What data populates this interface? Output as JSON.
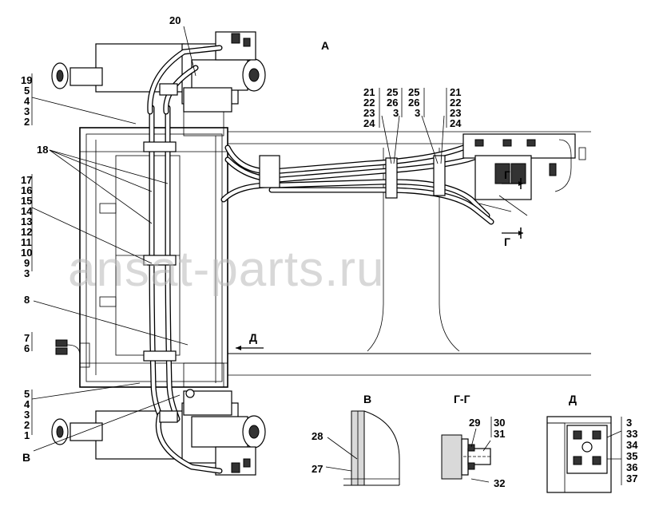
{
  "labels": {
    "view_a": "А",
    "view_b_ptr": "В",
    "view_d_ptr": "Д",
    "g_ptr_1": "Г",
    "g_ptr_2": "Г",
    "sec_b": "В",
    "sec_gg": "Г-Г",
    "sec_d": "Д"
  },
  "callouts": {
    "top_part": "20",
    "left_top_stack": [
      "19",
      "5",
      "4",
      "3",
      "2"
    ],
    "hoses_label": "18",
    "left_mid_stack": [
      "17",
      "16",
      "15",
      "14",
      "13",
      "12",
      "11",
      "10",
      "9",
      "3"
    ],
    "part_8": "8",
    "stack_7_6": [
      "7",
      "6"
    ],
    "left_bottom_stack": [
      "5",
      "4",
      "3",
      "2",
      "1"
    ],
    "clamp_col_1": [
      "21",
      "22",
      "23",
      "24"
    ],
    "clamp_col_2": [
      "25",
      "26",
      "3"
    ],
    "clamp_col_3": [
      "25",
      "26",
      "3"
    ],
    "clamp_col_4": [
      "21",
      "22",
      "23",
      "24"
    ],
    "sec_b_parts": [
      "28",
      "27"
    ],
    "sec_gg_part_29": "29",
    "sec_gg_parts": [
      "30",
      "31"
    ],
    "sec_gg_part_32": "32",
    "sec_d_parts": [
      "3",
      "33",
      "34",
      "35",
      "36",
      "37"
    ]
  },
  "watermark": "ansat-parts.ru"
}
